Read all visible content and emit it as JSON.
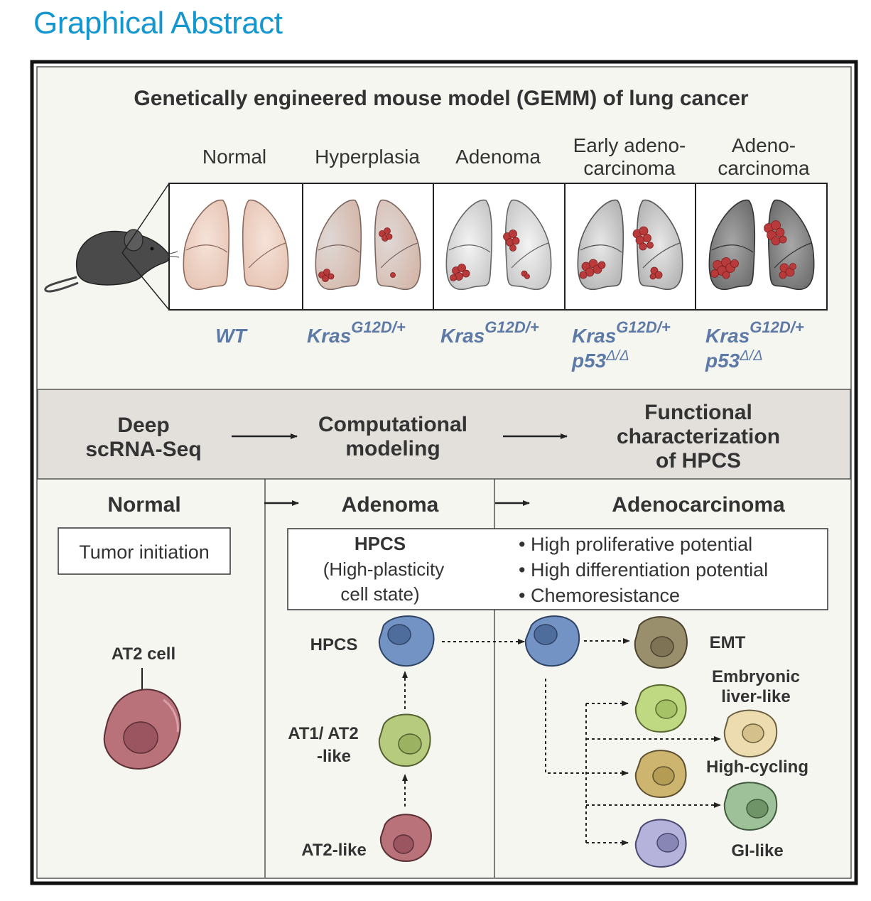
{
  "page_title": "Graphical Abstract",
  "gemm": {
    "title": "Genetically engineered mouse model (GEMM) of lung cancer",
    "stages": [
      {
        "line1": "Normal",
        "line2": "",
        "geno_main": "WT",
        "geno_sup": "",
        "geno2_main": "",
        "geno2_sup": ""
      },
      {
        "line1": "Hyperplasia",
        "line2": "",
        "geno_main": "Kras",
        "geno_sup": "G12D/+",
        "geno2_main": "",
        "geno2_sup": ""
      },
      {
        "line1": "Adenoma",
        "line2": "",
        "geno_main": "Kras",
        "geno_sup": "G12D/+",
        "geno2_main": "",
        "geno2_sup": ""
      },
      {
        "line1": "Early adeno-",
        "line2": "carcinoma",
        "geno_main": "Kras",
        "geno_sup": "G12D/+",
        "geno2_main": "p53",
        "geno2_sup": "Δ/Δ"
      },
      {
        "line1": "Adeno-",
        "line2": "carcinoma",
        "geno_main": "Kras",
        "geno_sup": "G12D/+",
        "geno2_main": "p53",
        "geno2_sup": "Δ/Δ"
      }
    ]
  },
  "workflow": {
    "step1": [
      "Deep",
      "scRNA-Seq"
    ],
    "step2": [
      "Computational",
      "modeling"
    ],
    "step3": [
      "Functional",
      "characterization",
      "of HPCS"
    ]
  },
  "columns": {
    "normal": "Normal",
    "adenoma": "Adenoma",
    "adenocarcinoma": "Adenocarcinoma"
  },
  "tumor_initiation": "Tumor initiation",
  "hpcs_box": {
    "title": "HPCS",
    "desc1": "(High-plasticity",
    "desc2": "cell state)",
    "bullets": [
      "• High proliferative potential",
      "• High differentiation potential",
      "• Chemoresistance"
    ]
  },
  "cells": {
    "at2_cell": "AT2 cell",
    "hpcs": "HPCS",
    "at1_at2_line1": "AT1/ AT2",
    "at1_at2_line2": "-like",
    "at2_like": "AT2-like",
    "emt": "EMT",
    "embryonic1": "Embryonic",
    "embryonic2": "liver-like",
    "high_cycling": "High-cycling",
    "gi_like": "GI-like"
  },
  "colors": {
    "title_blue": "#1496cf",
    "genotype_blue": "#5d79a6",
    "workflow_band": "#e3e0dc",
    "panel_bg": "#f6f6f1"
  }
}
